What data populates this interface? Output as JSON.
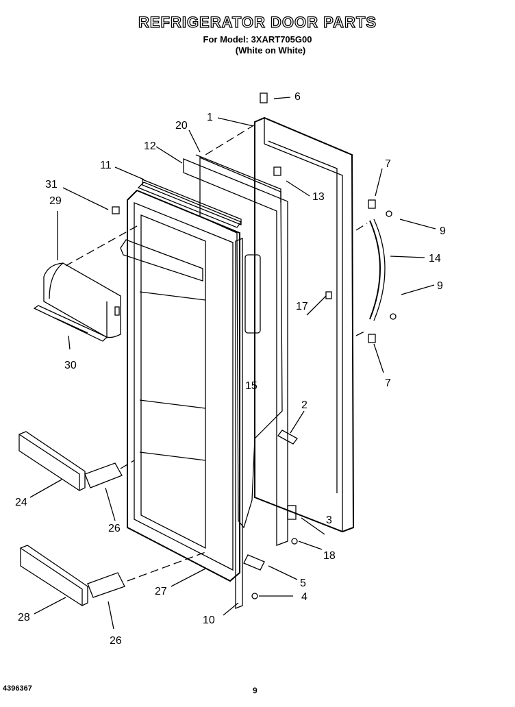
{
  "header": {
    "title": "REFRIGERATOR DOOR PARTS",
    "model_line": "For Model: 3XART705G00",
    "color_line": "(White on White)"
  },
  "footer": {
    "doc_number": "4396367",
    "page_number": "9"
  },
  "callouts": {
    "c1": "1",
    "c2": "2",
    "c3": "3",
    "c4": "4",
    "c5": "5",
    "c6": "6",
    "c7a": "7",
    "c7b": "7",
    "c9a": "9",
    "c9b": "9",
    "c10": "10",
    "c11": "11",
    "c12": "12",
    "c13": "13",
    "c14": "14",
    "c15": "15",
    "c17": "17",
    "c18": "18",
    "c20": "20",
    "c24": "24",
    "c26a": "26",
    "c26b": "26",
    "c27": "27",
    "c28": "28",
    "c29": "29",
    "c30": "30",
    "c31": "31"
  }
}
